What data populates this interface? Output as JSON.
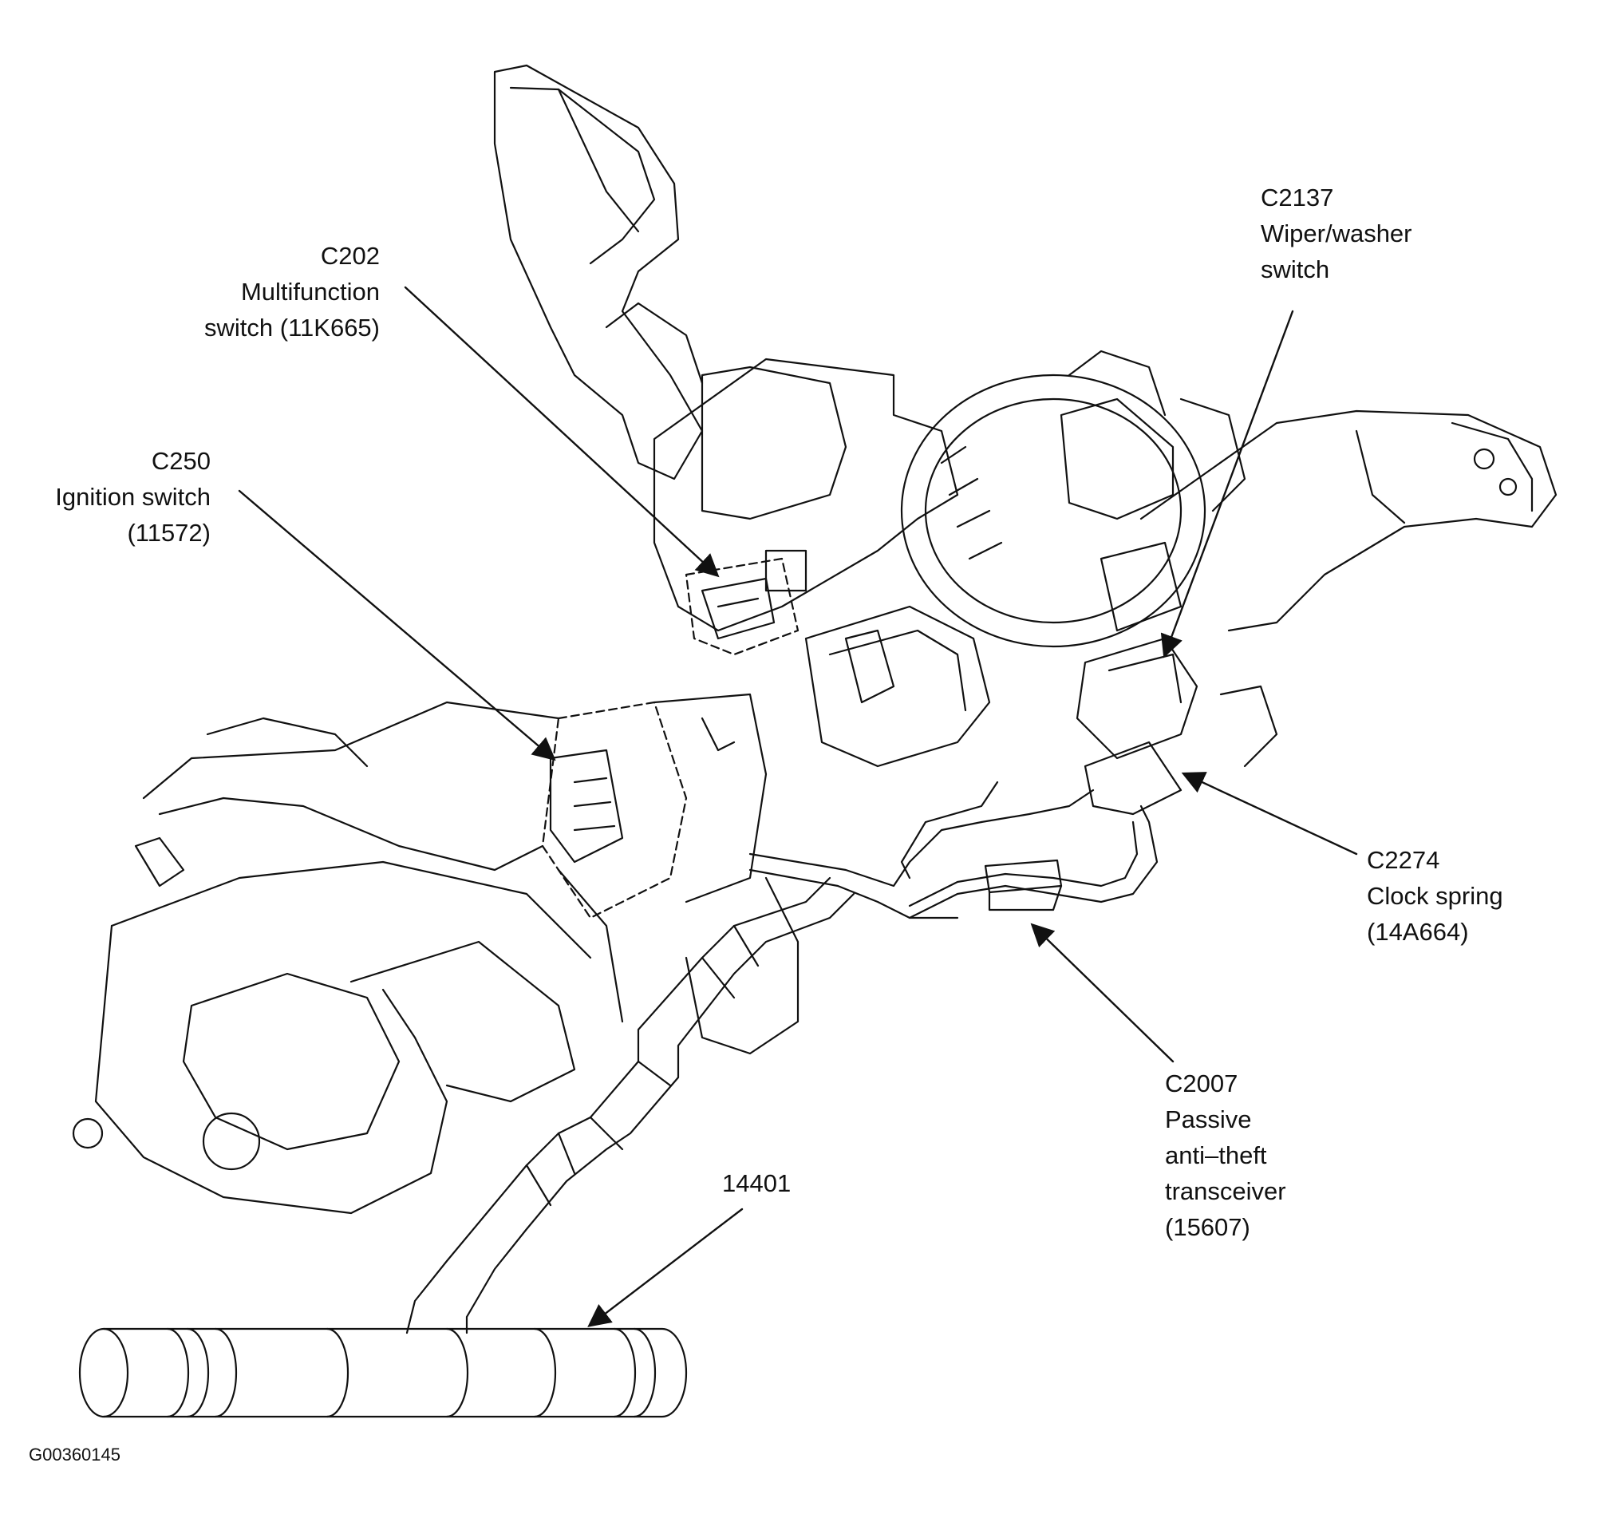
{
  "figure_id": "G00360145",
  "callouts": {
    "c202": {
      "connector": "C202",
      "line1": "Multifunction",
      "line2": "switch (11K665)"
    },
    "c250": {
      "connector": "C250",
      "line1": "Ignition switch",
      "line2": "(11572)"
    },
    "c2137": {
      "connector": "C2137",
      "line1": "Wiper/washer",
      "line2": "switch"
    },
    "c2274": {
      "connector": "C2274",
      "line1": "Clock spring",
      "line2": "(14A664)"
    },
    "c2007": {
      "connector": "C2007",
      "line1": "Passive",
      "line2": "anti–theft",
      "line3": "transceiver",
      "line4": "(15607)"
    },
    "harness": {
      "connector": "14401"
    }
  }
}
